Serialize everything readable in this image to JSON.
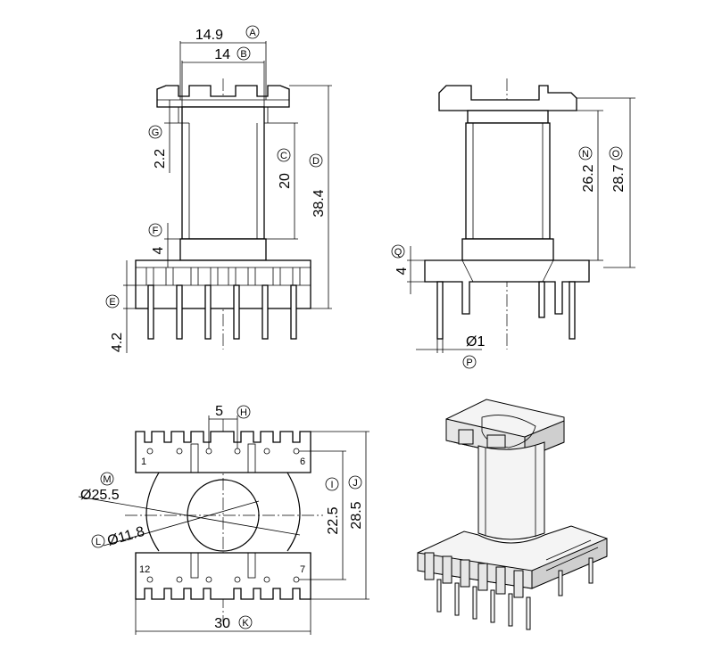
{
  "front_view": {
    "dims": {
      "A": {
        "value": "14.9",
        "tag": "A"
      },
      "B": {
        "value": "14",
        "tag": "B"
      },
      "C": {
        "value": "20",
        "tag": "C"
      },
      "D": {
        "value": "38.4",
        "tag": "D"
      },
      "E": {
        "value": "4.2",
        "tag": "E"
      },
      "F": {
        "value": "4",
        "tag": "F"
      },
      "G": {
        "value": "2.2",
        "tag": "G"
      }
    }
  },
  "side_view": {
    "dims": {
      "N": {
        "value": "26.2",
        "tag": "N"
      },
      "O": {
        "value": "28.7",
        "tag": "O"
      },
      "P": {
        "value": "Ø1",
        "tag": "P"
      },
      "Q": {
        "value": "4",
        "tag": "Q"
      }
    }
  },
  "bottom_view": {
    "dims": {
      "H": {
        "value": "5",
        "tag": "H"
      },
      "I": {
        "value": "22.5",
        "tag": "I"
      },
      "J": {
        "value": "28.5",
        "tag": "J"
      },
      "K": {
        "value": "30",
        "tag": "K"
      },
      "L": {
        "value": "Ø11.8",
        "tag": "L"
      },
      "M": {
        "value": "Ø25.5",
        "tag": "M"
      }
    },
    "pin_labels": {
      "p1": "1",
      "p6": "6",
      "p7": "7",
      "p12": "12"
    }
  }
}
